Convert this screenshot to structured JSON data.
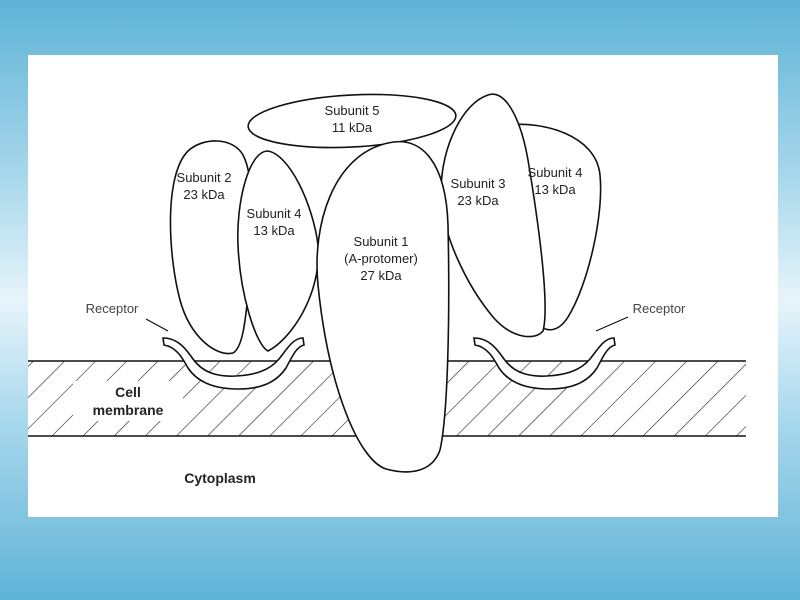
{
  "subunits": {
    "s5": {
      "name": "Subunit 5",
      "mass": "11 kDa"
    },
    "s2": {
      "name": "Subunit 2",
      "mass": "23 kDa"
    },
    "s4_left": {
      "name": "Subunit 4",
      "mass": "13 kDa"
    },
    "s1": {
      "name": "Subunit 1",
      "role": "(A-protomer)",
      "mass": "27 kDa"
    },
    "s3": {
      "name": "Subunit 3",
      "mass": "23 kDa"
    },
    "s4_right": {
      "name": "Subunit 4",
      "mass": "13 kDa"
    }
  },
  "labels": {
    "receptor_left": "Receptor",
    "receptor_right": "Receptor",
    "cell_line1": "Cell",
    "cell_line2": "membrane",
    "cytoplasm": "Cytoplasm"
  }
}
